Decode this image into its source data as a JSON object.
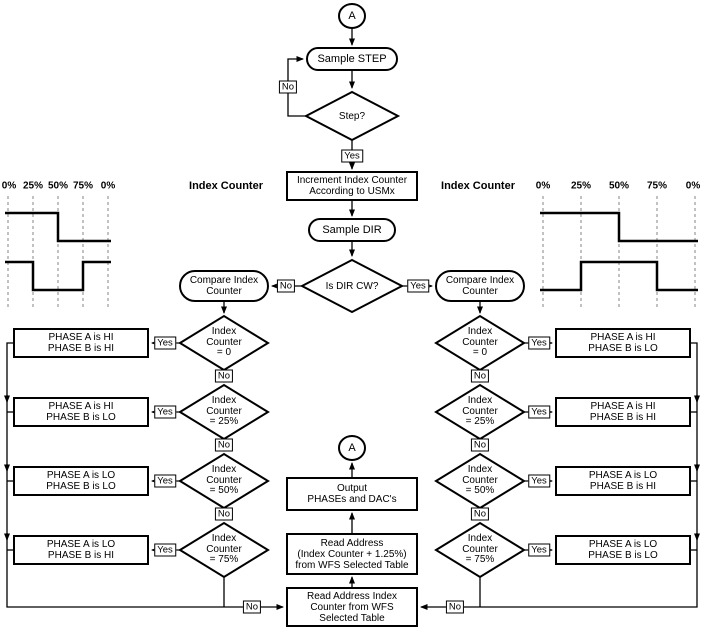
{
  "flow": {
    "connector_top": "A",
    "connector_mid": "A",
    "sample_step": "Sample STEP",
    "step_question": "Step?",
    "increment_box": "Increment Index Counter\nAccording to USMx",
    "sample_dir": "Sample DIR",
    "dir_question": "Is DIR CW?",
    "compare_left": "Compare Index\nCounter",
    "compare_right": "Compare Index\nCounter",
    "output_box": "Output\nPHASEs and DAC's",
    "read_address_offset_box": "Read Address\n(Index Counter + 1.25%)\nfrom WFS Selected Table",
    "read_address_box": "Read Address Index\nCounter from WFS\nSelected Table"
  },
  "labels": {
    "yes": "Yes",
    "no": "No"
  },
  "headers": {
    "index_counter_left": "Index Counter",
    "index_counter_right": "Index Counter"
  },
  "left": {
    "diamonds": [
      "Index\nCounter\n= 0",
      "Index\nCounter\n= 25%",
      "Index\nCounter\n= 50%",
      "Index\nCounter\n= 75%"
    ],
    "results": [
      "PHASE A is HI\nPHASE B is HI",
      "PHASE A is HI\nPHASE B is LO",
      "PHASE A is LO\nPHASE B is LO",
      "PHASE A is LO\nPHASE B is HI"
    ]
  },
  "right": {
    "diamonds": [
      "Index\nCounter\n= 0",
      "Index\nCounter\n= 25%",
      "Index\nCounter\n= 50%",
      "Index\nCounter\n= 75%"
    ],
    "results": [
      "PHASE A is HI\nPHASE B is LO",
      "PHASE A is HI\nPHASE B is HI",
      "PHASE A is LO\nPHASE B is HI",
      "PHASE A is LO\nPHASE B is LO"
    ]
  },
  "waveforms": {
    "ticks": [
      "0%",
      "25%",
      "50%",
      "75%",
      "0%"
    ],
    "left": {
      "phase_a": [
        1,
        1,
        0,
        0
      ],
      "phase_b": [
        1,
        0,
        0,
        1
      ]
    },
    "right": {
      "phase_a": [
        1,
        1,
        0,
        0
      ],
      "phase_b": [
        0,
        1,
        1,
        0
      ]
    }
  }
}
